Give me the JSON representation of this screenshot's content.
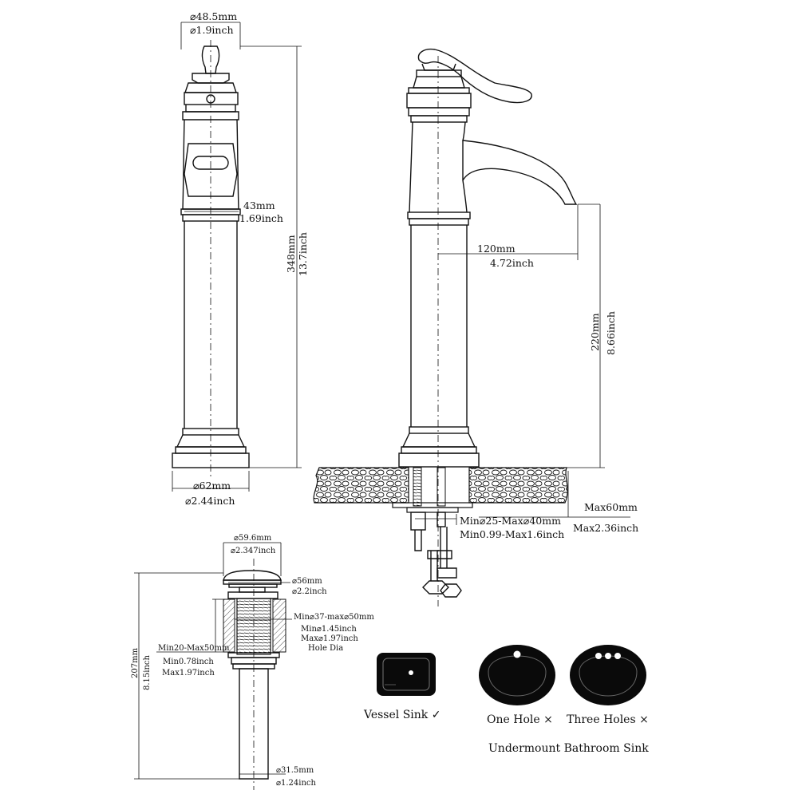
{
  "faucet_front": {
    "top_dia_mm": "⌀48.5mm",
    "top_dia_in": "⌀1.9inch",
    "neck_mm": "43mm",
    "neck_in": "1.69inch",
    "height_mm": "348mm",
    "height_in": "13.7inch",
    "base_dia_mm": "⌀62mm",
    "base_dia_in": "⌀2.44inch"
  },
  "faucet_side": {
    "reach_mm": "120mm",
    "reach_in": "4.72inch",
    "spout_height_mm": "220mm",
    "spout_height_in": "8.66inch",
    "deck_max_mm": "Max60mm",
    "deck_max_in": "Max2.36inch",
    "hole_range_mm": "Min⌀25-Max⌀40mm",
    "hole_range_in": "Min0.99-Max1.6inch"
  },
  "drain": {
    "cap_dia_mm": "⌀59.6mm",
    "cap_dia_in": "⌀2.347inch",
    "flange_dia_mm": "⌀56mm",
    "flange_dia_in": "⌀2.2inch",
    "hole_range_mm": "Min⌀37-max⌀50mm",
    "hole_min_in": "Min⌀1.45inch",
    "hole_max_in": "Max⌀1.97inch",
    "hole_dia_label": "Hole Dia",
    "thick_mm": "Min20-Max50mm",
    "thick_min_in": "Min0.78inch",
    "thick_max_in": "Max1.97inch",
    "height_mm": "207mm",
    "height_in": "8.15inch",
    "pipe_dia_mm": "⌀31.5mm",
    "pipe_dia_in": "⌀1.24inch"
  },
  "sinks": {
    "vessel_label": "Vessel Sink ✓",
    "one_hole_label": "One Hole ×",
    "three_holes_label": "Three Holes ×",
    "undermount_label": "Undermount Bathroom Sink"
  }
}
